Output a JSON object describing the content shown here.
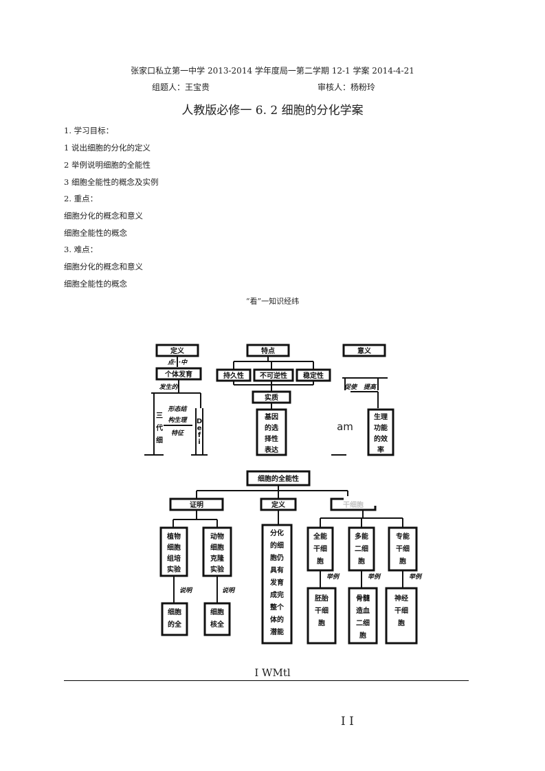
{
  "header": {
    "line1": "张家口私立第一中学 2013-2014 学年度局一第二学期 12-1 学案 2014-4-21",
    "author": "组题人：王宝贵",
    "reviewer": "审核人：杨粉玲"
  },
  "title": "人教版必修一  6. 2 细胞的分化学案",
  "outline": [
    "1.  学习目标：",
    "1     说出细胞的分化的定义",
    "2     举例说明细胞的全能性",
    "3     细胞全能性的概念及实例",
    "2.  重点：",
    "细胞分化的概念和意义",
    "细胞全能性的概念",
    "3.  难点：",
    "细胞分化的概念和意义",
    "细胞全能性的概念"
  ],
  "subtitle": "“看”一知识经纬",
  "diagram1": {
    "definition": "定义",
    "def_sub1": "点···中",
    "def_sub2": "个体发育",
    "def_sub3": "发生的",
    "def_leaf1": [
      "三",
      "代",
      "细"
    ],
    "def_leaf2": [
      "形态结",
      "构生理",
      "特征"
    ],
    "def_leaf3": [
      "D",
      "e",
      "f",
      "i"
    ],
    "features": "特点",
    "feat1": "持久性",
    "feat2": "不可逆性",
    "feat3": "稳定性",
    "essence": "实质",
    "essence_leaf": [
      "基因",
      "的选",
      "择性",
      "表达"
    ],
    "meaning": "意义",
    "mean_sub1": "促使",
    "mean_sub2": "提高",
    "mean_mid": "am",
    "mean_leaf": [
      "生理",
      "功能",
      "的效",
      "率"
    ]
  },
  "diagram2": {
    "root": "细胞的全能性",
    "proof": "证明",
    "proof_plant": [
      "植物",
      "细胞",
      "组培",
      "实验"
    ],
    "proof_animal": [
      "动物",
      "细胞",
      "克隆",
      "实验"
    ],
    "proof_label": "说明",
    "proof_res1": [
      "细胞",
      "的全"
    ],
    "proof_res2": [
      "细胞",
      "核全"
    ],
    "definition": "定义",
    "def_leaf": [
      "分化",
      "的细",
      "胞仍",
      "具有",
      "发育",
      "成完",
      "整个",
      "体的",
      "潜能"
    ],
    "stem": "干细胞",
    "stem1": [
      "全能",
      "干细",
      "胞"
    ],
    "stem2": [
      "多能",
      "二细",
      "胞"
    ],
    "stem3": [
      "专能",
      "干细",
      "胞"
    ],
    "example_label": "举例",
    "ex1": [
      "胚胎",
      "干细",
      "胞"
    ],
    "ex2": [
      "骨髓",
      "造血",
      "二细",
      "胞"
    ],
    "ex3": [
      "神经",
      "干细",
      "胞"
    ]
  },
  "footer_text": "I WMtl",
  "page_num": "I I"
}
